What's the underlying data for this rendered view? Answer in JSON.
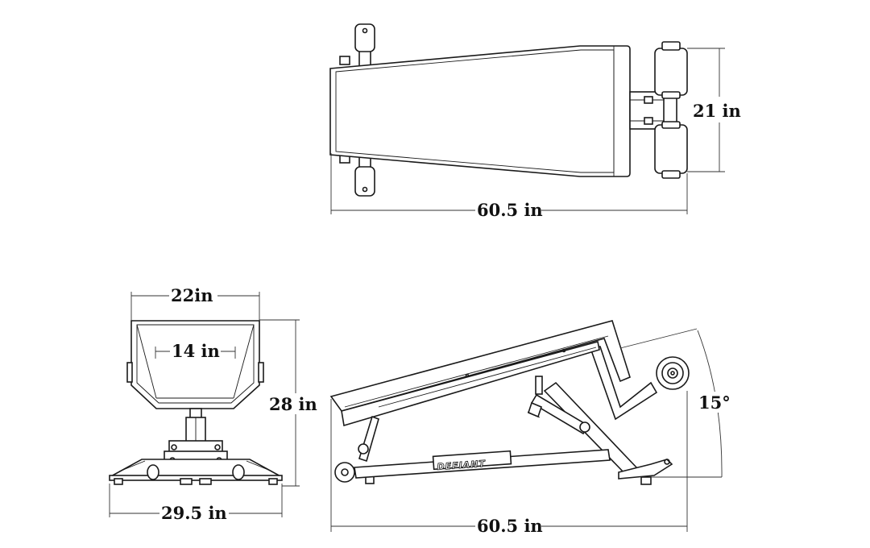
{
  "top_view": {
    "width_label": "21 in",
    "length_label": "60.5 in"
  },
  "front_view": {
    "pad_width_label": "22in",
    "inner_width_label": "14 in",
    "height_label": "28 in",
    "base_width_label": "29.5 in"
  },
  "side_view": {
    "brand_text": "DEFIANT",
    "angle_label": "15°",
    "length_label": "60.5 in"
  }
}
